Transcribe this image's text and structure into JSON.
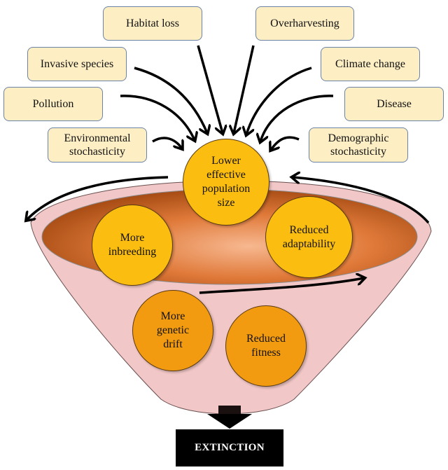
{
  "threats": {
    "habitat_loss": "Habitat loss",
    "overharvesting": "Overharvesting",
    "invasive_species": "Invasive species",
    "climate_change": "Climate change",
    "pollution": "Pollution",
    "disease": "Disease",
    "environmental_stochasticity": [
      "Environmental",
      "stochasticity"
    ],
    "demographic_stochasticity": [
      "Demographic",
      "stochasticity"
    ]
  },
  "vortex": {
    "center": [
      "Lower",
      "effective",
      "population",
      "size"
    ],
    "inbreeding": [
      "More",
      "inbreeding"
    ],
    "adaptability": [
      "Reduced",
      "adaptability"
    ],
    "drift": [
      "More",
      "genetic",
      "drift"
    ],
    "fitness": [
      "Reduced",
      "fitness"
    ]
  },
  "outcome": "EXTINCTION",
  "colors": {
    "box_fill": "#fdeec4",
    "box_border": "#6b83a6",
    "circle_yellow": "#fbbd10",
    "circle_orange": "#f29b10",
    "funnel_pink": "#f2c7c7",
    "vortex_brown": "#c0601f"
  }
}
